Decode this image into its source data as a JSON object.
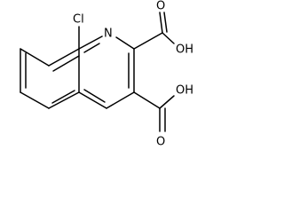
{
  "structure": {
    "atom_labels": {
      "chlorine": "Cl",
      "ring_nitrogen": "N",
      "hydroxyl_upper": "OH",
      "hydroxyl_lower": "OH",
      "carbonyl_oxygen_upper": "O",
      "carbonyl_oxygen_lower": "O"
    }
  }
}
